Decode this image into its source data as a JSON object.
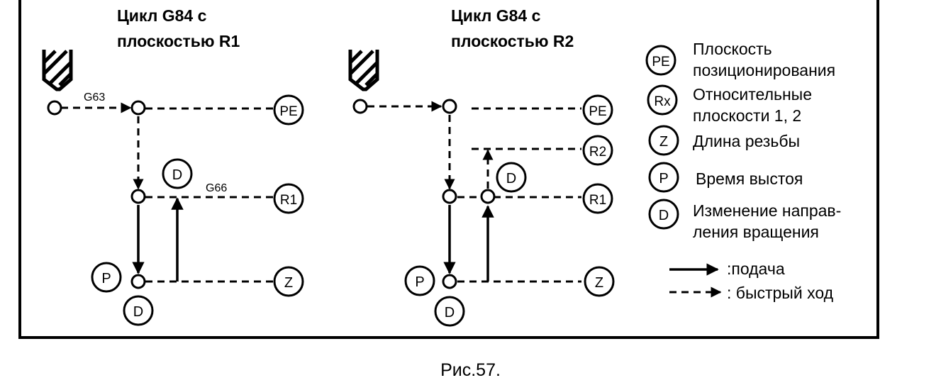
{
  "diagram1": {
    "title_line1": "Цикл G84 с",
    "title_line2": "плоскостью R1",
    "label_g63": "G63",
    "label_g66": "G66",
    "marker_pe": "PE",
    "marker_r1": "R1",
    "marker_z": "Z",
    "marker_p": "P",
    "marker_d_top": "D",
    "marker_d_bottom": "D"
  },
  "diagram2": {
    "title_line1": "Цикл G84 с",
    "title_line2": "плоскостью R2",
    "marker_pe": "PE",
    "marker_r2": "R2",
    "marker_r1": "R1",
    "marker_z": "Z",
    "marker_p": "P",
    "marker_d_top": "D",
    "marker_d_bottom": "D"
  },
  "legend": {
    "pe_symbol": "PE",
    "pe_line1": "Плоскость",
    "pe_line2": "позиционирования",
    "rx_symbol": "Rx",
    "rx_line1": "Относительные",
    "rx_line2": "плоскости 1, 2",
    "z_symbol": "Z",
    "z_text": "Длина резьбы",
    "p_symbol": "P",
    "p_text": "Время выстоя",
    "d_symbol": "D",
    "d_line1": "Изменение направ-",
    "d_line2": "ления вращения",
    "feed_text": ":подача",
    "rapid_text": ": быстрый ход"
  },
  "caption": "Рис.57."
}
